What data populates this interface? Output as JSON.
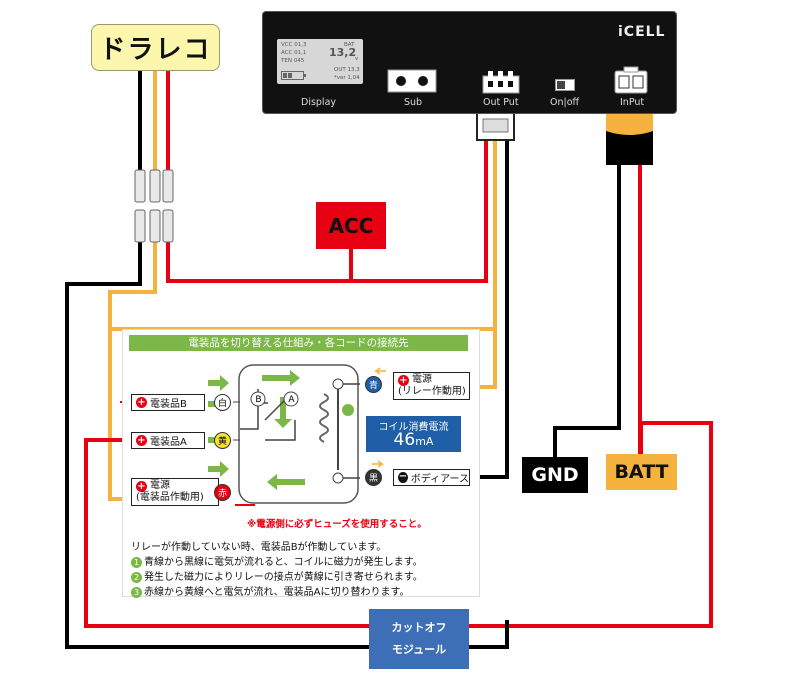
{
  "labels": {
    "drareco": "ドラレコ",
    "acc": "ACC",
    "gnd": "GND",
    "batt": "BATT",
    "cutoff_line1": "カットオフ",
    "cutoff_line2": "モジュール"
  },
  "device": {
    "brand": "iCELL",
    "lcd": {
      "vcc1": "VCC 01,3",
      "acc": "ACC 01,1",
      "ten": "TEN 045",
      "bat": "BAT",
      "bat_value": "13,2",
      "bat_unit": "v",
      "out": "OUT 13,3",
      "ver": "*ver 1,04"
    },
    "ports": [
      "Display",
      "Sub",
      "Out Put",
      "On|off",
      "InPut"
    ]
  },
  "panel": {
    "title": "電装品を切り替える仕組み・各コードの接続先",
    "left_labels": [
      "電装品B",
      "電装品A",
      "電源",
      "(電装品作動用)"
    ],
    "terminals": {
      "white": "白",
      "yellow": "黄",
      "red": "赤",
      "blue": "青",
      "black": "黒",
      "B": "B",
      "A": "A"
    },
    "right_labels": {
      "power": "電源",
      "power_sub": "(リレー作動用)",
      "ground": "ボディアース"
    },
    "coil": {
      "title": "コイル消費電流",
      "value": "46",
      "unit": "mA"
    },
    "warning": "※電源側に必ずヒューズを使用すること。",
    "notes": [
      "リレーが作動していない時、電装品Bが作動しています。",
      "青線から黒線に電気が流れると、コイルに磁力が発生します。",
      "発生した磁力によりリレーの接点が黄線に引き寄せられます。",
      "赤線から黄線へと電気が流れ、電装品Aに切り替わります。"
    ],
    "note_numbers": [
      "1",
      "2",
      "3"
    ]
  },
  "colors": {
    "red": "#e60012",
    "yellow": "#f5b23f",
    "black": "#000000",
    "green": "#7cb847",
    "blue": "#3d6fb6"
  }
}
